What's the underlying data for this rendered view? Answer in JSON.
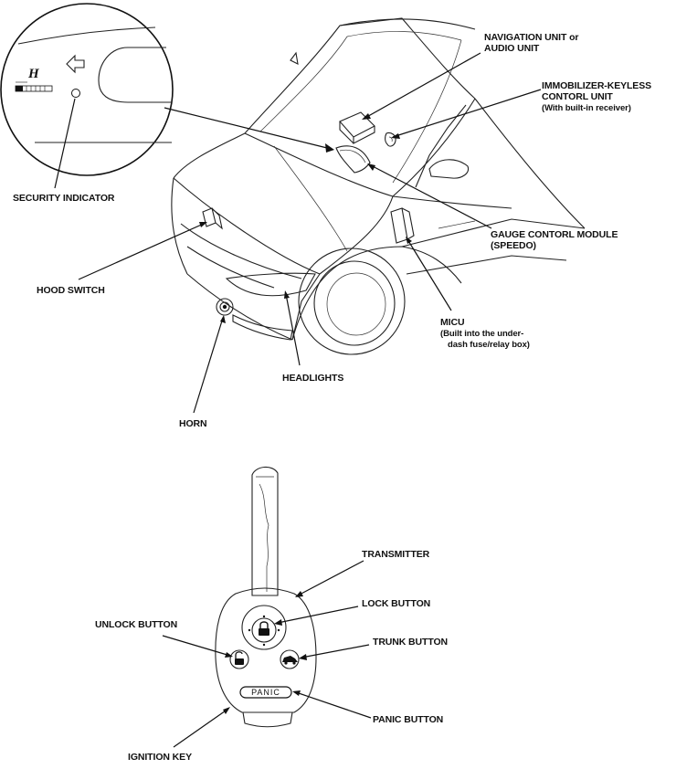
{
  "labels": {
    "security_indicator": "SECURITY INDICATOR",
    "hood_switch": "HOOD SWITCH",
    "horn": "HORN",
    "headlights": "HEADLIGHTS",
    "navigation_line1": "NAVIGATION UNIT or",
    "navigation_line2": "AUDIO UNIT",
    "immobilizer_line1": "IMMOBILIZER-KEYLESS",
    "immobilizer_line2": "CONTORL UNIT",
    "immobilizer_line3": "(With built-in receiver)",
    "gauge_line1": "GAUGE CONTORL MODULE",
    "gauge_line2": "(SPEEDO)",
    "micu_line1": "MICU",
    "micu_line2": "(Built into the under-",
    "micu_line3": "dash fuse/relay box)",
    "transmitter": "TRANSMITTER",
    "lock_button": "LOCK BUTTON",
    "unlock_button": "UNLOCK BUTTON",
    "trunk_button": "TRUNK BUTTON",
    "panic_button": "PANIC BUTTON",
    "ignition_key": "IGNITION KEY",
    "panic_text": "PANIC",
    "gauge_letter": "H"
  }
}
